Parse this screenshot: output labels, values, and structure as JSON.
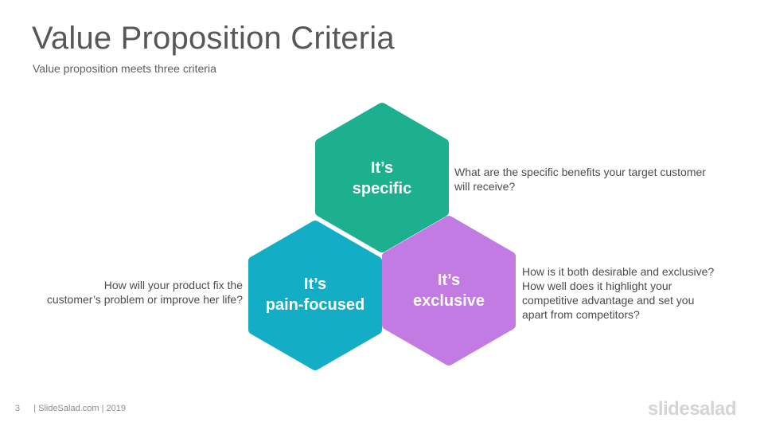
{
  "header": {
    "title": "Value Proposition Criteria",
    "subtitle": "Value proposition meets three criteria"
  },
  "diagram": {
    "hexagons": [
      {
        "id": "specific",
        "lines": [
          "It’s",
          "specific"
        ],
        "color": "#1cb08f"
      },
      {
        "id": "pain-focused",
        "lines": [
          "It’s",
          "pain-focused"
        ],
        "color": "#14adc6"
      },
      {
        "id": "exclusive",
        "lines": [
          "It’s",
          "exclusive"
        ],
        "color": "#c27be2"
      }
    ],
    "descriptions": {
      "specific": [
        "What are the specific benefits your target customer",
        "will receive?"
      ],
      "pain_focused": [
        "How will your product fix the",
        "customer’s problem or improve her life?"
      ],
      "exclusive": [
        "How is it both desirable and exclusive?",
        "How well does it highlight your",
        "competitive advantage and set you",
        "apart from competitors?"
      ]
    }
  },
  "footer": {
    "page_number": "3",
    "credit": "| SlideSalad.com | 2019",
    "logo": "slidesalad"
  }
}
